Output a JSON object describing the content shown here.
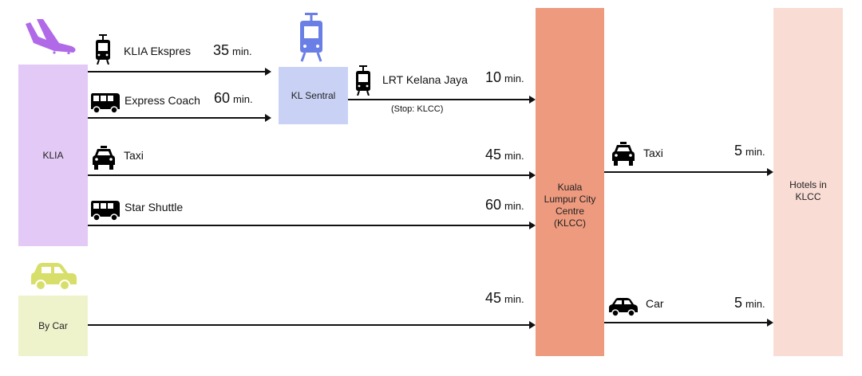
{
  "nodes": {
    "klia": {
      "label": "KLIA",
      "color": "#e3c9f6"
    },
    "kl_sentral": {
      "label": "KL Sentral",
      "color": "#c9d2f5"
    },
    "by_car": {
      "label": "By Car",
      "color": "#eff3cc"
    },
    "klcc": {
      "label_lines": [
        "Kuala",
        "Lumpur City",
        "Centre",
        "(KLCC)"
      ],
      "color": "#ed9a7e"
    },
    "hotels": {
      "label_lines": [
        "Hotels in",
        "KLCC"
      ],
      "color": "#f9dcd3"
    }
  },
  "icon_colors": {
    "airplane": "#b06ae8",
    "tram_kl_sentral": "#6a7fe6",
    "car_by_car": "#d7df6a",
    "default": "#000000"
  },
  "routes": [
    {
      "id": "klia-ekspres",
      "from": "KLIA",
      "to": "KL Sentral",
      "label": "KLIA Ekspres",
      "icon": "train-icon",
      "time": "35",
      "unit": "min."
    },
    {
      "id": "express-coach",
      "from": "KLIA",
      "to": "KL Sentral",
      "label": "Express Coach",
      "icon": "bus-icon",
      "time": "60",
      "unit": "min."
    },
    {
      "id": "lrt",
      "from": "KL Sentral",
      "to": "KLCC",
      "label": "LRT Kelana Jaya",
      "sublabel": "(Stop: KLCC)",
      "icon": "train-icon",
      "time": "10",
      "unit": "min."
    },
    {
      "id": "taxi-klia",
      "from": "KLIA",
      "to": "KLCC",
      "label": "Taxi",
      "icon": "taxi-icon",
      "time": "45",
      "unit": "min."
    },
    {
      "id": "star-shuttle",
      "from": "KLIA",
      "to": "KLCC",
      "label": "Star Shuttle",
      "icon": "bus-icon",
      "time": "60",
      "unit": "min."
    },
    {
      "id": "by-car",
      "from": "By Car",
      "to": "KLCC",
      "label": "",
      "icon": "",
      "time": "45",
      "unit": "min."
    },
    {
      "id": "taxi-hotel",
      "from": "KLCC",
      "to": "Hotels in KLCC",
      "label": "Taxi",
      "icon": "taxi-icon",
      "time": "5",
      "unit": "min."
    },
    {
      "id": "car-hotel",
      "from": "KLCC",
      "to": "Hotels in KLCC",
      "label": "Car",
      "icon": "car-icon",
      "time": "5",
      "unit": "min."
    }
  ]
}
